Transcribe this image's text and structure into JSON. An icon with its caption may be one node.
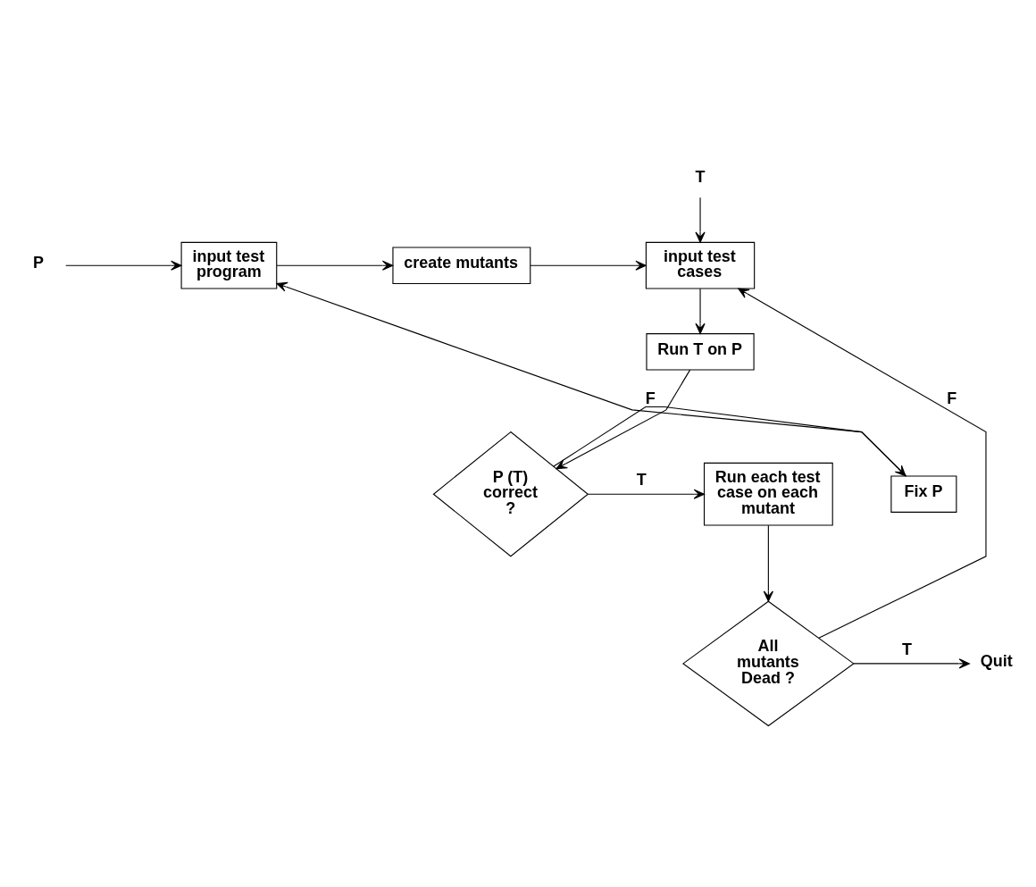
{
  "diagram": {
    "nodes": [
      {
        "text": [
          "P"
        ]
      },
      {
        "text": [
          "input test program"
        ]
      },
      {
        "text": [
          "create mutants"
        ]
      },
      {
        "text": [
          "T"
        ]
      },
      {
        "text": [
          "input test cases"
        ]
      },
      {
        "text": [
          "Run T on P"
        ]
      },
      {
        "text": [
          "P (T) correct ?"
        ]
      },
      {
        "text": [
          "Fix P"
        ]
      },
      {
        "text": [
          "Run each test case on each mutant"
        ]
      },
      {
        "text": [
          "All mutants Dead ?"
        ]
      },
      {
        "text": [
          "Quit"
        ]
      }
    ],
    "edges": [
      {
        "from": 0,
        "to": 1,
        "arrow": "to"
      },
      {
        "from": 1,
        "to": 2,
        "arrow": "to"
      },
      {
        "from": 2,
        "to": 4,
        "arrow": "to"
      },
      {
        "from": 3,
        "to": 4,
        "arrow": "to"
      },
      {
        "from": 4,
        "to": 5,
        "arrow": "to"
      },
      {
        "from": 5,
        "to": 6,
        "arrow": "to"
      },
      {
        "from": 6,
        "to": 7,
        "arrow": "to",
        "label": "F"
      },
      {
        "from": 6,
        "to": 8,
        "arrow": "to",
        "label": "T"
      },
      {
        "from": 7,
        "to": 1,
        "arrow": "to"
      },
      {
        "from": 8,
        "to": 9,
        "arrow": "to"
      },
      {
        "from": 9,
        "to": 10,
        "arrow": "to",
        "label": "T"
      },
      {
        "from": 9,
        "to": 4,
        "arrow": "to",
        "label": "F"
      }
    ]
  }
}
